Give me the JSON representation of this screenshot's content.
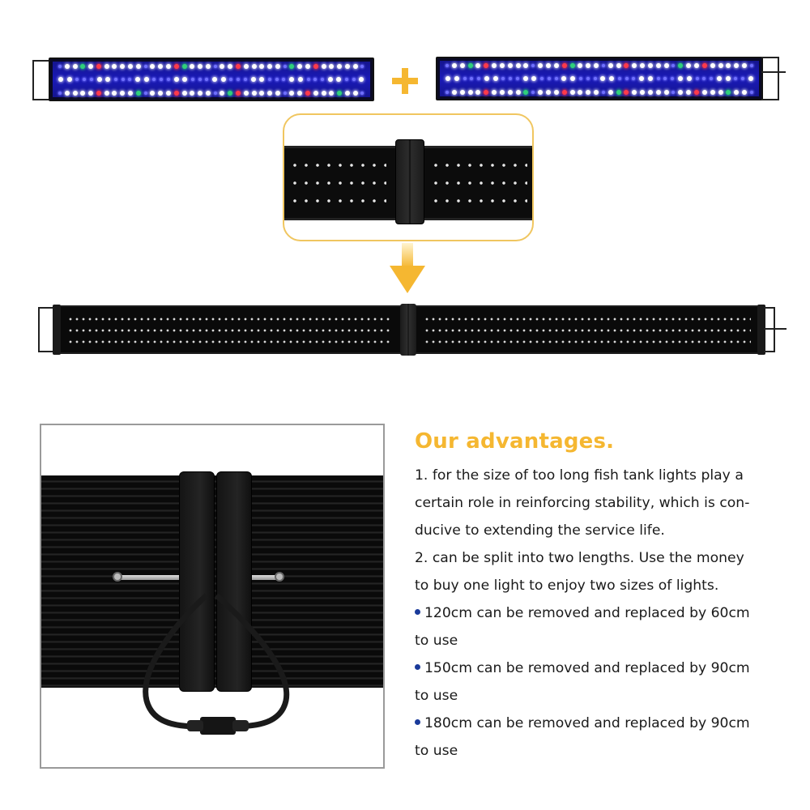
{
  "product_image": {
    "description": "Aquarium LED light bar split/extension illustration",
    "plus_icon": "plus-icon",
    "arrow_icon": "arrow-down-icon",
    "colors": {
      "accent": "#f5b731",
      "callout_border": "#f0c660",
      "bar_black": "#0a0a0a",
      "led_blue": "#1a1ab8",
      "led_white": "#ffffff",
      "led_red": "#ff3a4a",
      "led_green": "#2fd07a",
      "bullet": "#1a3a9a",
      "photo_border": "#9a9a9a"
    }
  },
  "advantages": {
    "title": "Our advantages.",
    "lines": [
      "1. for the size of too long fish tank lights play a",
      "certain role in reinforcing stability, which is con-",
      "ducive to extending the service life.",
      "2. can be split into two lengths. Use the money",
      "to buy one light to enjoy two sizes of lights.",
      "120cm can be removed and replaced by 60cm",
      "to use",
      "150cm can be removed and replaced by 90cm",
      "to use",
      "180cm can be removed and replaced by 90cm",
      "to use"
    ],
    "bulleted_line_indices": [
      5,
      7,
      9
    ]
  }
}
